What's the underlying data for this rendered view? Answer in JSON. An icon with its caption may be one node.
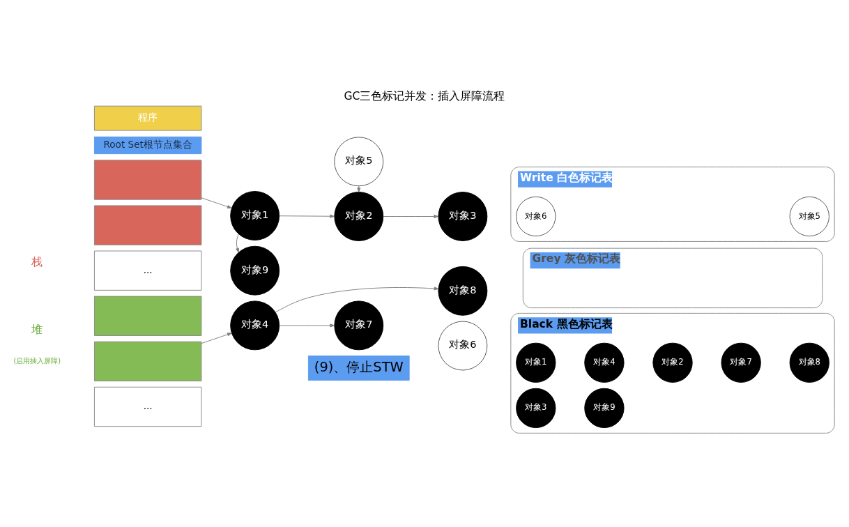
{
  "diagram": {
    "title": "GC三色标记并发：插入屏障流程",
    "caption": "(9)、停止STW",
    "nodes": [
      {
        "text": [
          "程序"
        ]
      },
      {
        "text": [
          "Root Set根节点集合"
        ]
      },
      {
        "text": [],
        "shape": "box"
      },
      {
        "text": [],
        "shape": "box"
      },
      {
        "text": [
          "..."
        ]
      },
      {
        "text": [],
        "shape": "box"
      },
      {
        "text": [],
        "shape": "box"
      },
      {
        "text": [
          "..."
        ]
      },
      {
        "text": [
          "对象1"
        ]
      },
      {
        "text": [
          "对象2"
        ]
      },
      {
        "text": [
          "对象3"
        ]
      },
      {
        "text": [
          "对象9"
        ]
      },
      {
        "text": [
          "对象5"
        ]
      },
      {
        "text": [
          "对象8"
        ]
      },
      {
        "text": [
          "对象4"
        ]
      },
      {
        "text": [
          "对象7"
        ]
      },
      {
        "text": [
          "对象6"
        ]
      },
      {
        "text": [
          "Write 白色标记表"
        ]
      },
      {
        "text": [
          "对象5"
        ],
        "in": 17
      },
      {
        "text": [
          "对象6"
        ],
        "in": 17
      },
      {
        "text": [
          "Grey 灰色标记表"
        ]
      },
      {
        "text": [
          "Black 黑色标记表"
        ]
      },
      {
        "text": [
          "对象1"
        ],
        "in": 21
      },
      {
        "text": [
          "对象4"
        ],
        "in": 21
      },
      {
        "text": [
          "对象2"
        ],
        "in": 21
      },
      {
        "text": [
          "对象7"
        ],
        "in": 21
      },
      {
        "text": [
          "对象8"
        ],
        "in": 21
      },
      {
        "text": [
          "对象3"
        ],
        "in": 21
      },
      {
        "text": [
          "对象9"
        ],
        "in": 21
      }
    ],
    "edges": [
      {
        "from": 2,
        "to": 8,
        "arrow": "to"
      },
      {
        "from": 8,
        "to": 9,
        "arrow": "to"
      },
      {
        "from": 9,
        "to": 10,
        "arrow": "to"
      },
      {
        "from": 8,
        "to": 11,
        "arrow": "to"
      },
      {
        "from": 12,
        "to": 9,
        "arrow": "to"
      },
      {
        "from": 14,
        "to": 13,
        "arrow": "to"
      },
      {
        "from": 14,
        "to": 15,
        "arrow": "to"
      },
      {
        "from": 6,
        "to": 14,
        "arrow": "to"
      }
    ],
    "labels": [
      "栈",
      "堆",
      "(启用插入屏障)"
    ]
  }
}
